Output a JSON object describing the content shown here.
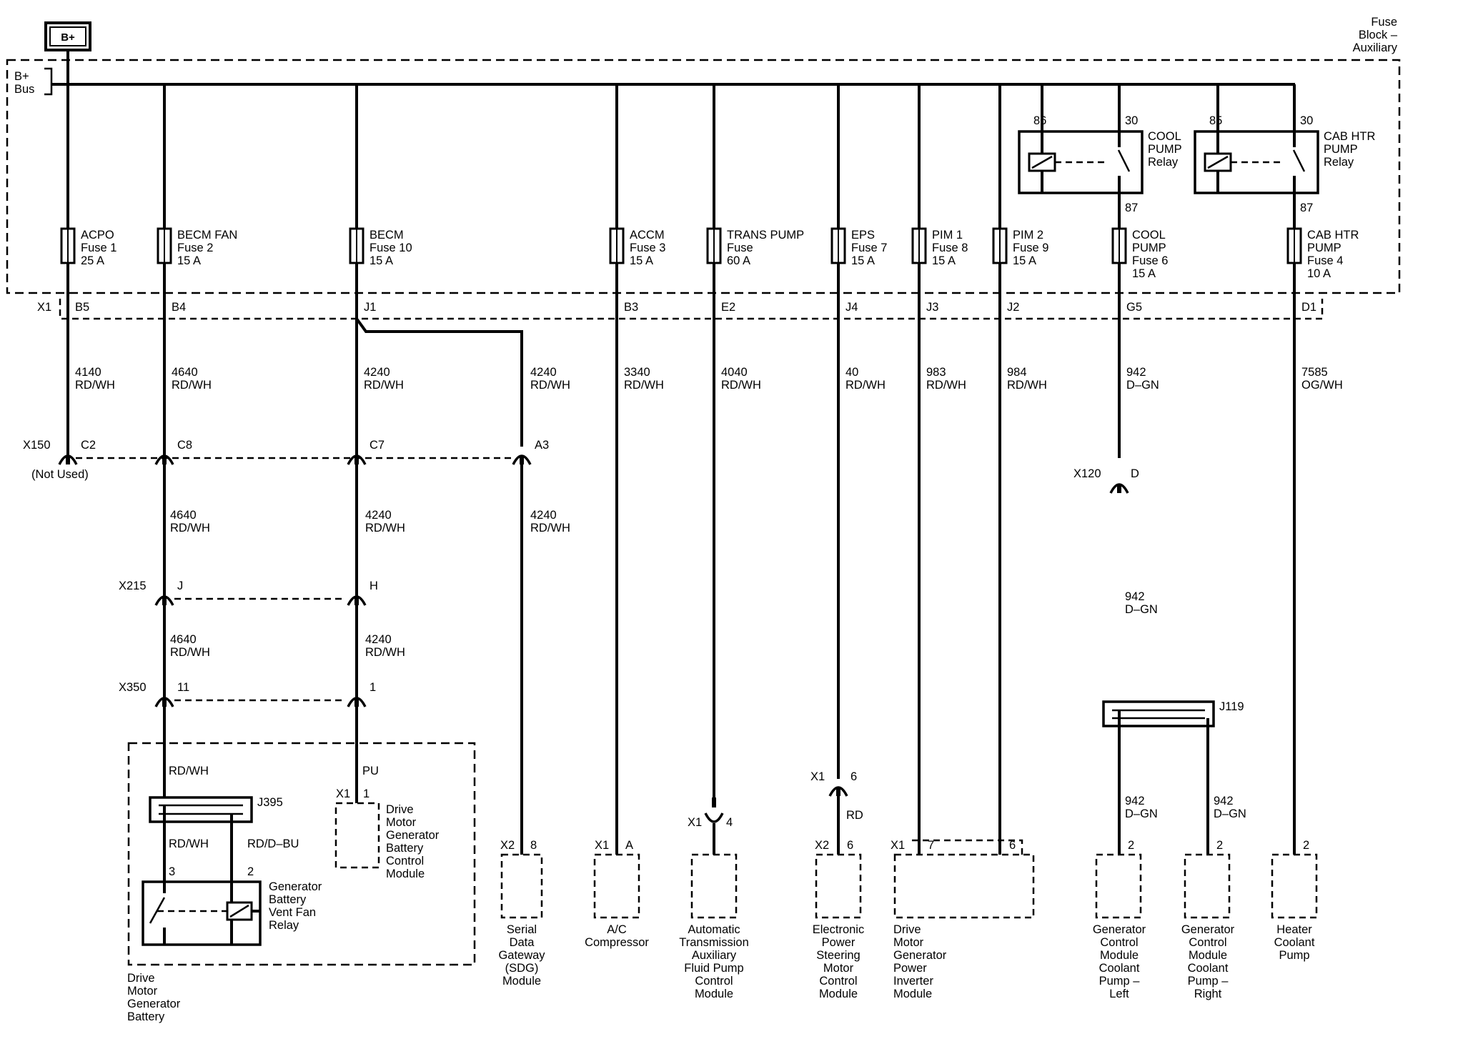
{
  "top_badge": "B+",
  "fuse_block_title": [
    "Fuse",
    "Block –",
    "Auxiliary"
  ],
  "bus_label": [
    "B+",
    "Bus"
  ],
  "connector_x1": "X1",
  "fuses": [
    {
      "name": [
        "ACPO",
        "Fuse 1",
        "25 A"
      ],
      "pin": "B5",
      "wire": [
        "4140",
        "RD/WH"
      ]
    },
    {
      "name": [
        "BECM FAN",
        "Fuse 2",
        "15 A"
      ],
      "pin": "B4",
      "wire": [
        "4640",
        "RD/WH"
      ]
    },
    {
      "name": [
        "BECM",
        "Fuse 10",
        "15 A"
      ],
      "pin": "J1",
      "wire": [
        "4240",
        "RD/WH"
      ]
    },
    {
      "name": [
        "ACCM",
        "Fuse 3",
        "15 A"
      ],
      "pin": "B3",
      "wire": [
        "3340",
        "RD/WH"
      ]
    },
    {
      "name": [
        "TRANS PUMP",
        "Fuse",
        "60 A"
      ],
      "pin": "E2",
      "wire": [
        "4040",
        "RD/WH"
      ]
    },
    {
      "name": [
        "EPS",
        "Fuse 7",
        "15 A"
      ],
      "pin": "J4",
      "wire": [
        "40",
        "RD/WH"
      ]
    },
    {
      "name": [
        "PIM 1",
        "Fuse 8",
        "15 A"
      ],
      "pin": "J3",
      "wire": [
        "983",
        "RD/WH"
      ]
    },
    {
      "name": [
        "PIM 2",
        "Fuse 9",
        "15 A"
      ],
      "pin": "J2",
      "wire": [
        "984",
        "RD/WH"
      ]
    },
    {
      "name": [
        "COOL",
        "PUMP",
        "Fuse 6",
        "15 A"
      ],
      "pin": "G5",
      "wire": [
        "942",
        "D–GN"
      ]
    },
    {
      "name": [
        "CAB HTR",
        "PUMP",
        "Fuse 4",
        "10 A"
      ],
      "pin": "D1",
      "wire": [
        "7585",
        "OG/WH"
      ]
    }
  ],
  "relays": [
    {
      "name": [
        "COOL",
        "PUMP",
        "Relay"
      ],
      "pin_coil": "86",
      "pin_sw": "30",
      "pin_out": "87"
    },
    {
      "name": [
        "CAB HTR",
        "PUMP",
        "Relay"
      ],
      "pin_coil": "85",
      "pin_sw": "30",
      "pin_out": "87"
    }
  ],
  "splice_wire": [
    "4240",
    "RD/WH"
  ],
  "x150": {
    "name": "X150",
    "pins": [
      "C2",
      "C8",
      "C7",
      "A3"
    ],
    "not_used": "(Not Used)"
  },
  "wires_below_x150": [
    [
      "4640",
      "RD/WH"
    ],
    [
      "4240",
      "RD/WH"
    ],
    [
      "4240",
      "RD/WH"
    ]
  ],
  "x215": {
    "name": "X215",
    "pins": [
      "J",
      "H"
    ]
  },
  "wires_below_x215": [
    [
      "4640",
      "RD/WH"
    ],
    [
      "4240",
      "RD/WH"
    ]
  ],
  "x350": {
    "name": "X350",
    "pins": [
      "11",
      "1"
    ]
  },
  "x120": {
    "name": "X120",
    "pin": "D"
  },
  "cool_wire_mid": [
    "942",
    "D–GN"
  ],
  "j119": "J119",
  "j395": "J395",
  "battery_wires": {
    "in": "RD/WH",
    "pu": "PU",
    "left": "RD/WH",
    "right": "RD/D–BU"
  },
  "relay_vent": {
    "pins": [
      "3",
      "2"
    ],
    "name": [
      "Generator",
      "Battery",
      "Vent Fan",
      "Relay"
    ]
  },
  "bdcm": {
    "conn": "X1",
    "pin": "1",
    "name": [
      "Drive",
      "Motor",
      "Generator",
      "Battery",
      "Control",
      "Module"
    ]
  },
  "battery_name": [
    "Drive",
    "Motor",
    "Generator",
    "Battery"
  ],
  "eps_conn": {
    "x1": "X1",
    "pin6": "6",
    "rd": "RD"
  },
  "trans_conn": {
    "x1": "X1",
    "pin": "4"
  },
  "pump_wires": [
    [
      "942",
      "D–GN"
    ],
    [
      "942",
      "D–GN"
    ]
  ],
  "modules": [
    {
      "conn": "X2",
      "pin": "8",
      "name": [
        "Serial",
        "Data",
        "Gateway",
        "(SDG)",
        "Module"
      ]
    },
    {
      "conn": "X1",
      "pin": "A",
      "name": [
        "A/C",
        "Compressor"
      ]
    },
    {
      "conn": "",
      "pin": "",
      "name": [
        "Automatic",
        "Transmission",
        "Auxiliary",
        "Fluid Pump",
        "Control",
        "Module"
      ]
    },
    {
      "conn": "X2",
      "pin": "6",
      "name": [
        "Electronic",
        "Power",
        "Steering",
        "Motor",
        "Control",
        "Module"
      ]
    },
    {
      "conn": "X1",
      "pin": "7",
      "pin2": "6",
      "name": [
        "Drive",
        "Motor",
        "Generator",
        "Power",
        "Inverter",
        "Module"
      ]
    },
    {
      "conn": "",
      "pin": "2",
      "name": [
        "Generator",
        "Control",
        "Module",
        "Coolant",
        "Pump –",
        "Left"
      ]
    },
    {
      "conn": "",
      "pin": "2",
      "name": [
        "Generator",
        "Control",
        "Module",
        "Coolant",
        "Pump –",
        "Right"
      ]
    },
    {
      "conn": "",
      "pin": "2",
      "name": [
        "Heater",
        "Coolant",
        "Pump"
      ]
    }
  ]
}
